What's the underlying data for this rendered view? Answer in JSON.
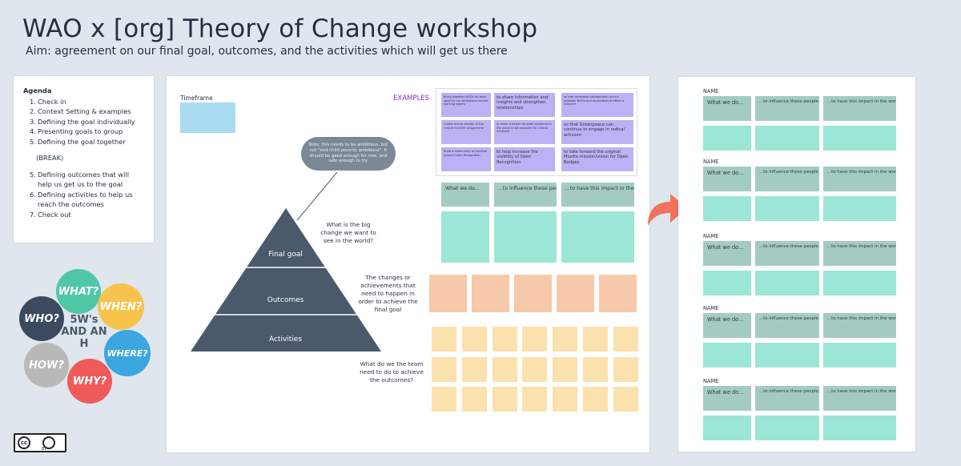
{
  "header": {
    "title": "WAO x [org] Theory of Change workshop",
    "subtitle": "Aim: agreement on our final goal, outcomes, and the activities which will get us there"
  },
  "agenda": {
    "heading": "Agenda",
    "items": [
      {
        "n": "1.",
        "text": "Check in"
      },
      {
        "n": "2.",
        "text": "Context Setting & examples"
      },
      {
        "n": "3.",
        "text": "Defining the goal individually"
      },
      {
        "n": "4.",
        "text": "Presenting goals to group"
      },
      {
        "n": "5.",
        "text": "Defining the goal together"
      }
    ],
    "break_label": "(BREAK)",
    "items2": [
      {
        "n": "5.",
        "text": "Defining outcomes that will help us get us to the goal"
      },
      {
        "n": "6.",
        "text": "Defining activities to help us reach the outcomes"
      },
      {
        "n": "7.",
        "text": "Check out"
      }
    ]
  },
  "board": {
    "timeframe_label": "Timeframe",
    "examples_label": "EXAMPLES",
    "examples": [
      [
        "Bring together NGOs for each sport to run workshops around working openly",
        "to share information and insights and strengthen relationships",
        "so that increased collaboration occurs between NGOs and duplication of effort is reduced"
      ],
      [
        "Create online version of the critical incident programme",
        "to make it easier for staff anywhere in the world to be prepared for critical incidents",
        "so that Greenpeace can continue to engage in radical activism"
      ],
      [
        "Build a community of practice around Open Recognition",
        "to help increase the visibility of Open Recognition",
        "to take forward the original Mozilla mission/vision for Open Badges"
      ]
    ],
    "bubble_note": "Note: this needs to be ambitious, but not \"end child poverty ambitious\". It should be good enough for now, and safe enough to try.",
    "pyramid": {
      "final_goal": "Final goal",
      "outcomes": "Outcomes",
      "activities": "Activities"
    },
    "questions": {
      "goal": "What is the big change we want to see in the world?",
      "outcomes": "The changes or achievements that need to happen in order to achieve the final goal",
      "activities": "What do we the team need to do to achieve the outcomes?"
    },
    "template_headers": [
      "What we do...",
      "...to influence these people...",
      "...to have this impact in the world"
    ]
  },
  "right_panel": {
    "groups": [
      {
        "name": "NAME",
        "headers": [
          "What we do...",
          "...to influence these people...",
          "...to have this impact in the world"
        ]
      },
      {
        "name": "NAME",
        "headers": [
          "What we do...",
          "...to influence these people...",
          "...to have this impact in the world"
        ]
      },
      {
        "name": "NAME",
        "headers": [
          "What we do...",
          "...to influence these people...",
          "...to have this impact in the world"
        ]
      },
      {
        "name": "NAME",
        "headers": [
          "What we do...",
          "...to influence these people...",
          "...to have this impact in the world"
        ]
      },
      {
        "name": "NAME",
        "headers": [
          "What we do...",
          "...to influence these people...",
          "...to have this impact in the world"
        ]
      }
    ]
  },
  "logo": {
    "words": [
      "WHAT?",
      "WHEN?",
      "WHO?",
      "WHERE?",
      "HOW?",
      "WHY?"
    ],
    "center": "5W's AND AN H"
  },
  "license": {
    "badge": "BY"
  },
  "colors": {
    "pyramid": "#4a5a6b",
    "teal_header": "#a4cbc2",
    "teal": "#9be6d6",
    "peach": "#f5c9aa",
    "yellow": "#fbe1ad",
    "purple": "#b9b3f6",
    "arrow": "#f2735d"
  }
}
